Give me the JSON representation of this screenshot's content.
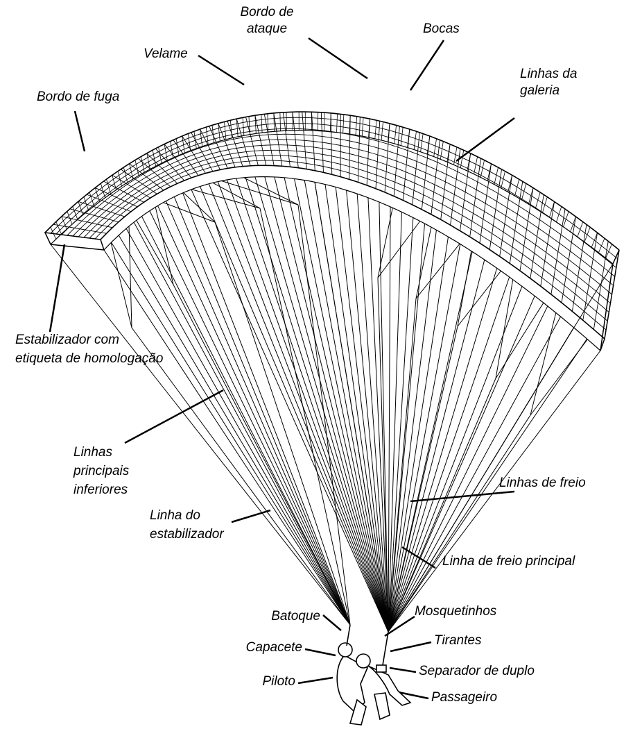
{
  "labels": {
    "bordo_de_ataque": "Bordo de ataque",
    "bocas": "Bocas",
    "velame": "Velame",
    "linhas_da_galeria": "Linhas da galeria",
    "bordo_de_fuga": "Bordo de fuga",
    "estabilizador": "Estabilizador com etiqueta de homologação",
    "linhas_principais_inferiores": "Linhas principais inferiores",
    "linhas_de_freio": "Linhas de freio",
    "linha_do_estabilizador": "Linha do estabilizador",
    "linha_de_freio_principal": "Linha de freio principal",
    "batoque": "Batoque",
    "mosquetinhos": "Mosquetinhos",
    "capacete": "Capacete",
    "tirantes": "Tirantes",
    "separador_de_duplo": "Separador de duplo",
    "piloto": "Piloto",
    "passageiro": "Passageiro"
  },
  "colors": {
    "ink": "#000000",
    "background": "#ffffff"
  }
}
